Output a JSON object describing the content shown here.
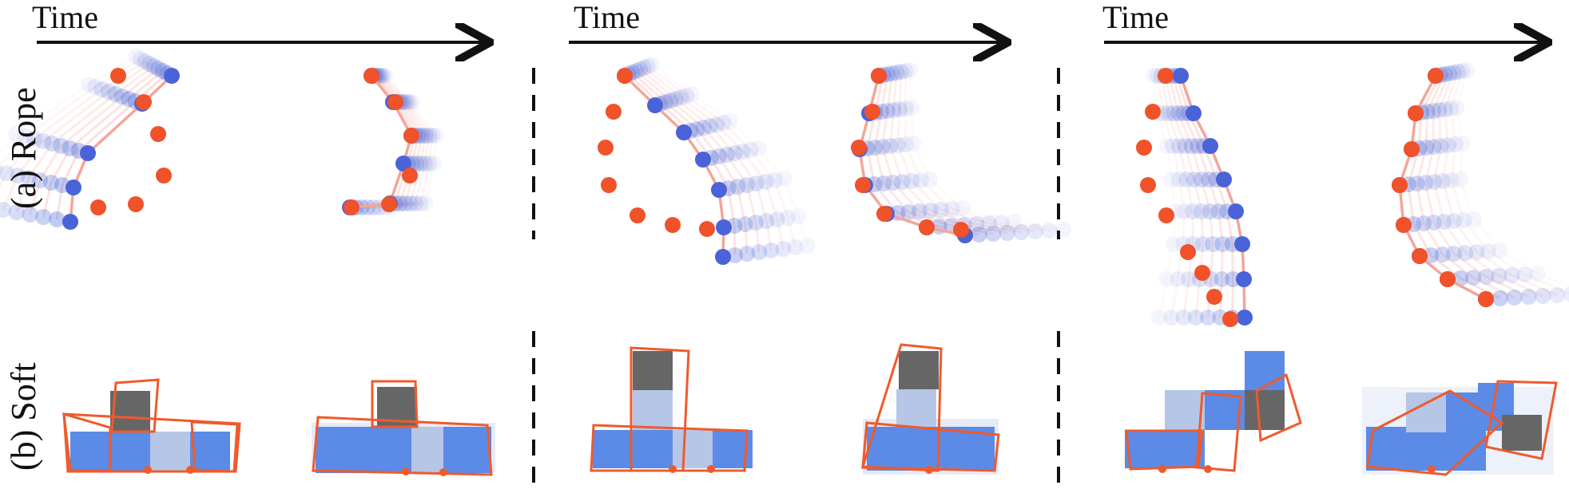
{
  "time_label": "Time",
  "rows": {
    "rope_label": "(a) Rope",
    "soft_label": "(b) Soft"
  },
  "colors": {
    "rope_node": "#4a63d8",
    "target_node": "#f0522a",
    "rope_link": "#f3a59a",
    "soft_block": "#5b8be6",
    "soft_block_light": "#b6c6e6",
    "soft_block_dark": "#666666",
    "outline": "#ef5a2c",
    "arrow": "#111111",
    "divider": "#111111"
  },
  "panels_count": 3
}
